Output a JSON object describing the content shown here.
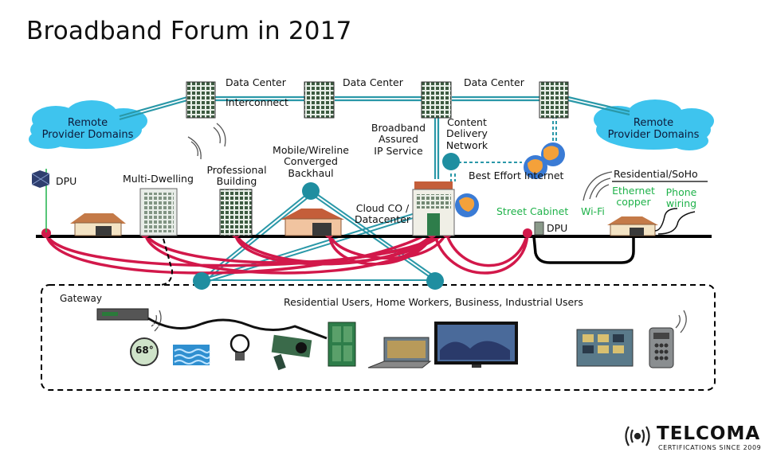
{
  "title": "Broadband Forum in 2017",
  "labels": {
    "dc1": "Data Center",
    "dc2": "Data Center",
    "dc3": "Data Center",
    "interconnect": "Interconnect",
    "remote_left": [
      "Remote",
      "Provider Domains"
    ],
    "remote_right": [
      "Remote",
      "Provider Domains"
    ],
    "broadband": [
      "Broadband",
      "Assured",
      "IP Service"
    ],
    "content": [
      "Content",
      "Delivery",
      "Network"
    ],
    "best_effort": "Best Effort Internet",
    "mobile": [
      "Mobile/Wireline",
      "Converged",
      "Backhaul"
    ],
    "professional": [
      "Professional",
      "Building"
    ],
    "multi_dwelling": "Multi-Dwelling",
    "dpu_left": "DPU",
    "cloud_co": [
      "Cloud CO /",
      "Datacenter"
    ],
    "street_cabinet": "Street Cabinet",
    "dpu_right": "DPU",
    "wifi": "Wi-Fi",
    "residential": "Residential/SoHo",
    "ethernet": [
      "Ethernet",
      "copper"
    ],
    "phone": [
      "Phone",
      "wiring"
    ],
    "gateway": "Gateway",
    "users": "Residential Users, Home Workers, Business, Industrial Users",
    "thermostat": "68°"
  },
  "brand": {
    "name": "TELCOMA",
    "tagline": "CERTIFICATIONS SINCE 2009"
  },
  "colors": {
    "accent_teal": "#2a98a8",
    "node_teal": "#1f8ea0",
    "cloud": "#3ec4ee",
    "link_red": "#d2184a",
    "label_green": "#1fb24a"
  }
}
